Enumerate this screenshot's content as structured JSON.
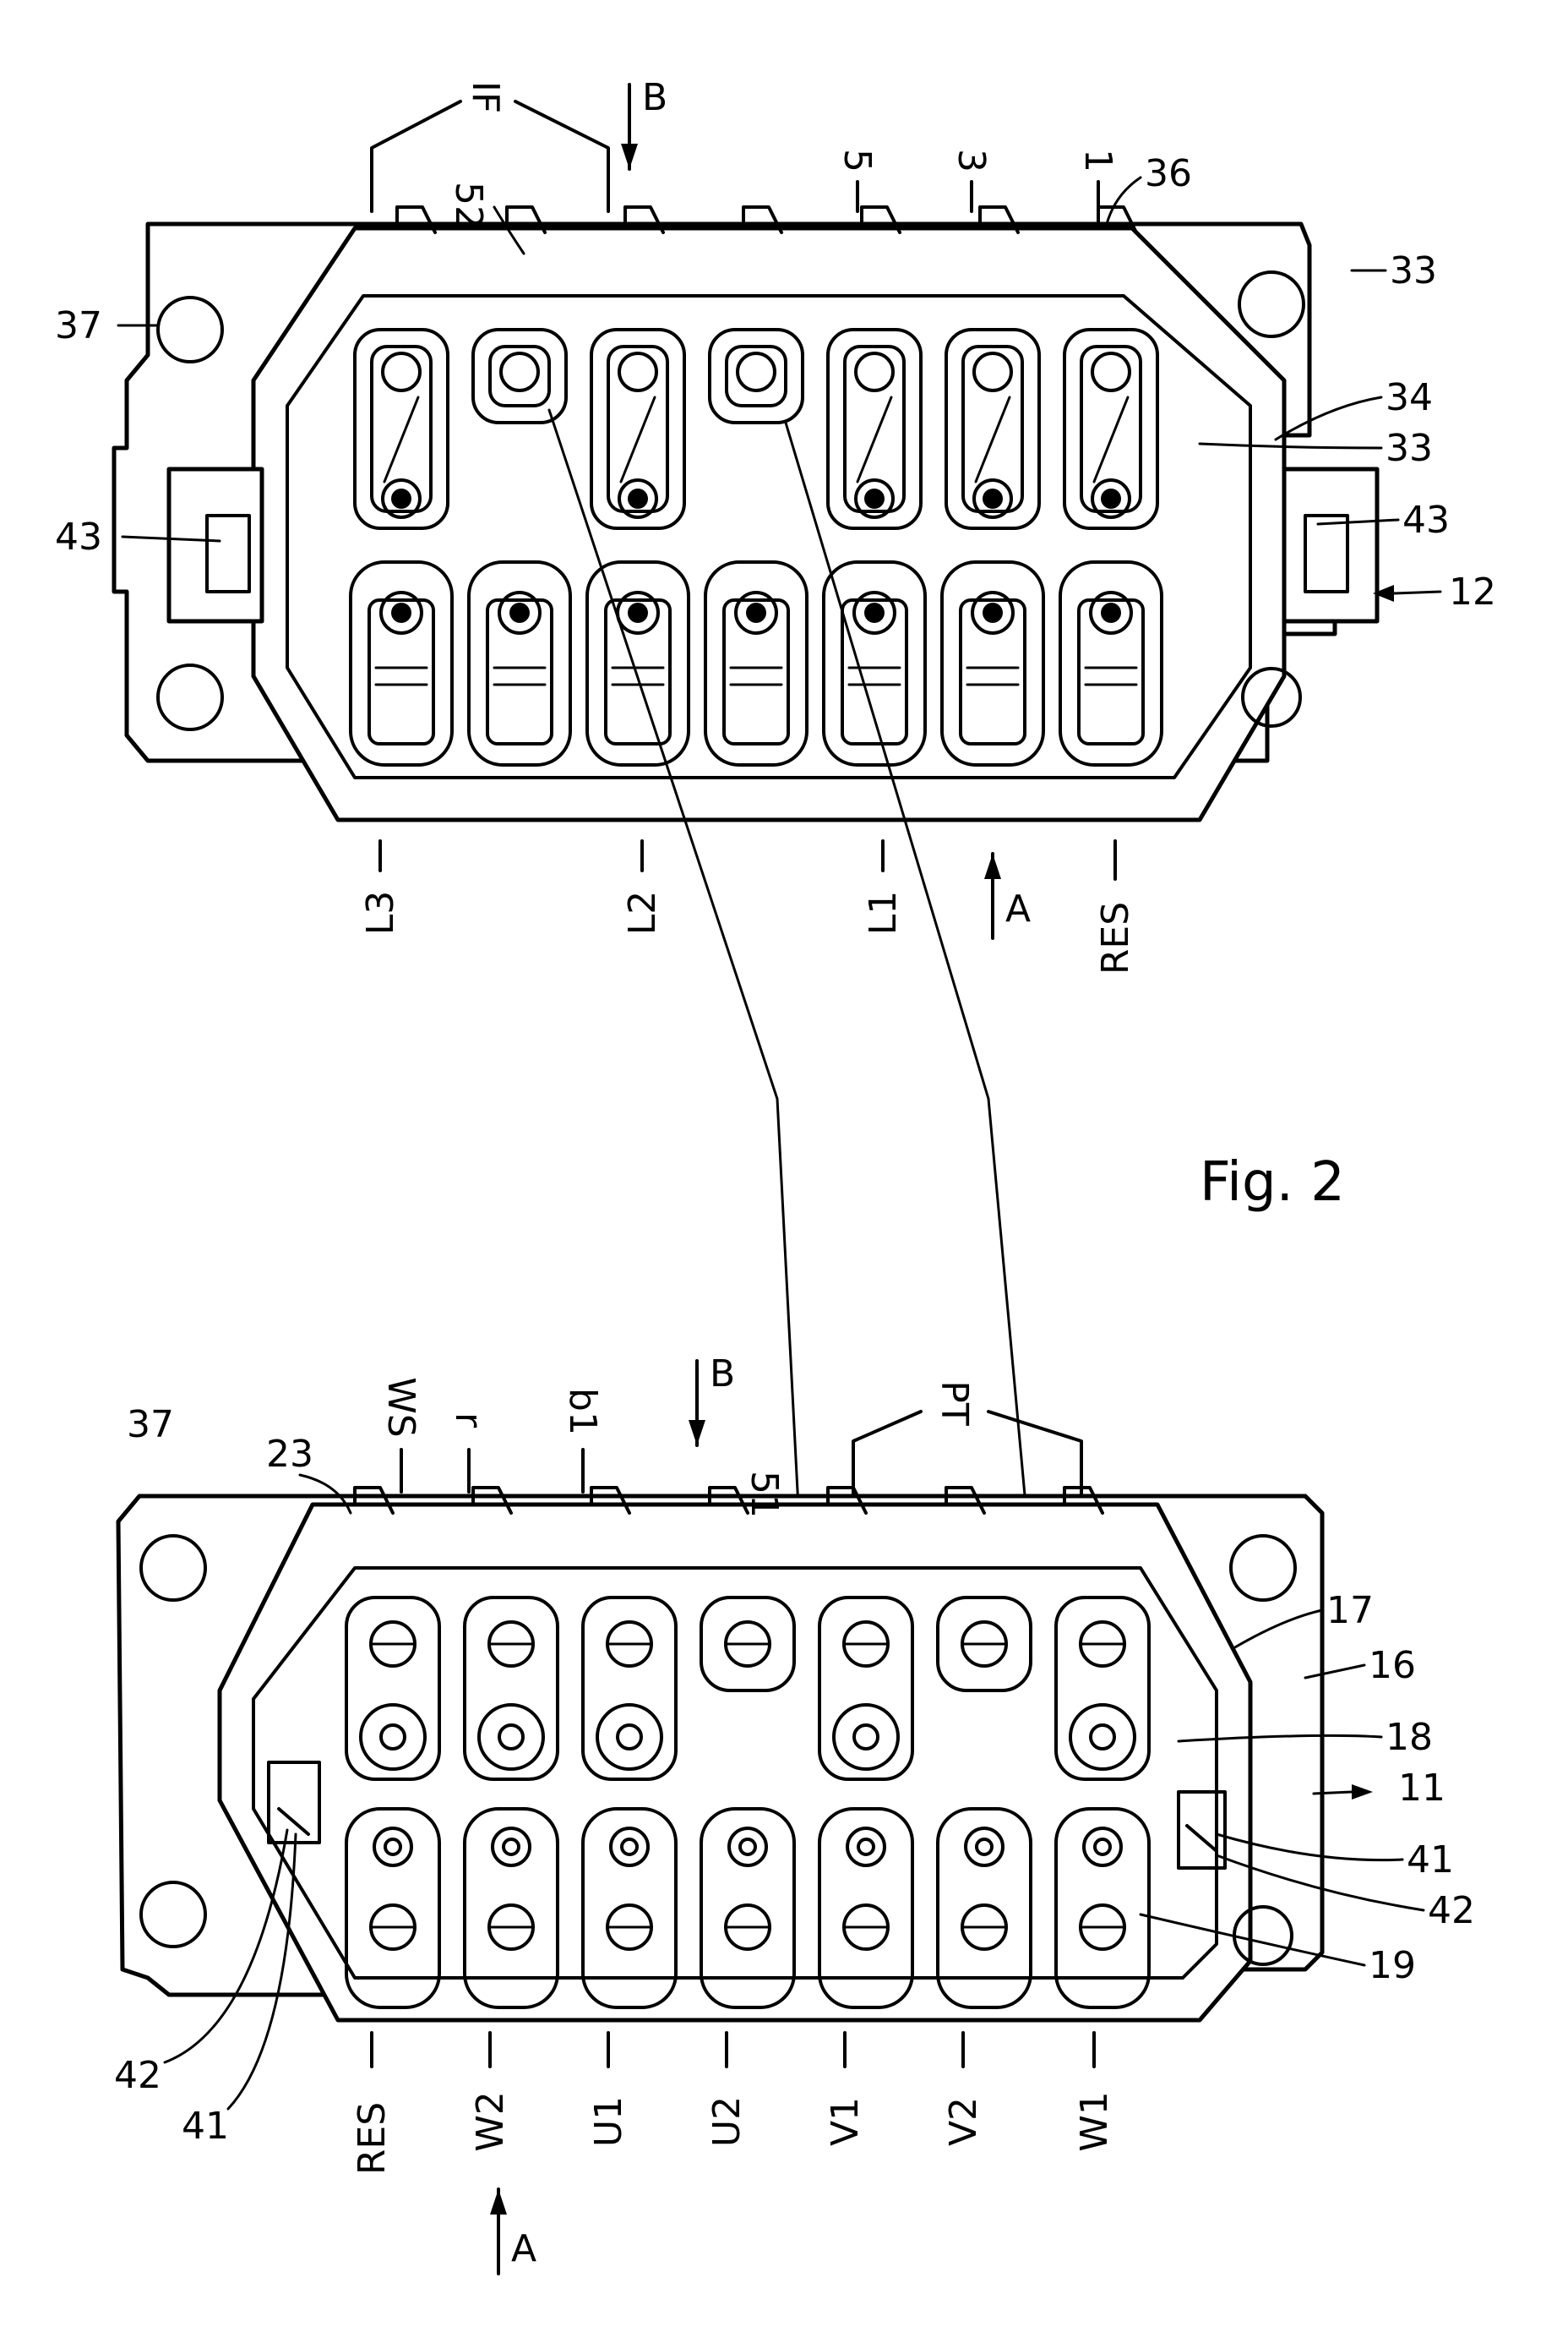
{
  "figure_title": "Fig. 2",
  "top_connector": {
    "ref": "12",
    "group_label": "IF",
    "top_labels": [
      "5",
      "3",
      "1"
    ],
    "bottom_labels": [
      "L3",
      "L2",
      "L1",
      "RES"
    ],
    "view_arrows": {
      "top": "B",
      "bottom": "A"
    },
    "refs": [
      "52",
      "36",
      "33",
      "37",
      "34",
      "33",
      "43",
      "43"
    ]
  },
  "bottom_connector": {
    "ref": "11",
    "group_label": "PT",
    "top_labels": [
      "WS",
      "r",
      "b1"
    ],
    "bottom_labels": [
      "RES",
      "W2",
      "U1",
      "U2",
      "V1",
      "V2",
      "W1"
    ],
    "view_arrows": {
      "top": "B",
      "bottom": "A"
    },
    "refs": [
      "37",
      "23",
      "51",
      "17",
      "16",
      "18",
      "11",
      "41",
      "42",
      "19",
      "42",
      "41"
    ]
  }
}
